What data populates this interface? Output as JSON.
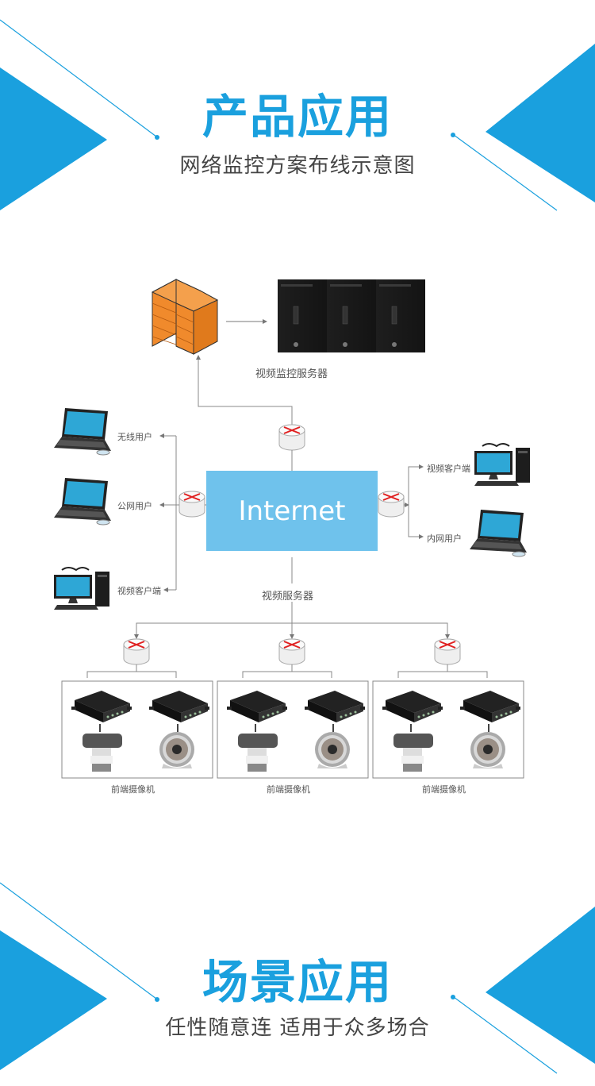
{
  "colors": {
    "accent": "#1aa0de",
    "internet_box": "#6fc2ec",
    "router_arrow": "#e02020",
    "firewall": "#f08a2c",
    "line": "#888888"
  },
  "top_banner": {
    "title": "产品应用",
    "subtitle": "网络监控方案布线示意图"
  },
  "diagram": {
    "firewall_label": "",
    "servers_label": "视频监控服务器",
    "internet_label": "Internet",
    "video_server_label": "视频服务器",
    "left_clients": [
      {
        "label": "无线用户",
        "icon": "laptop-icon"
      },
      {
        "label": "公网用户",
        "icon": "laptop-icon"
      },
      {
        "label": "视频客户端",
        "icon": "desktop-computer-icon"
      }
    ],
    "right_clients": [
      {
        "label": "视频客户端",
        "icon": "desktop-computer-icon"
      },
      {
        "label": "内网用户",
        "icon": "laptop-icon"
      }
    ],
    "camera_groups": [
      {
        "label": "前端摄像机"
      },
      {
        "label": "前端摄像机"
      },
      {
        "label": "前端摄像机"
      }
    ]
  },
  "bottom_banner": {
    "title": "场景应用",
    "subtitle": "任性随意连 适用于众多场合"
  }
}
